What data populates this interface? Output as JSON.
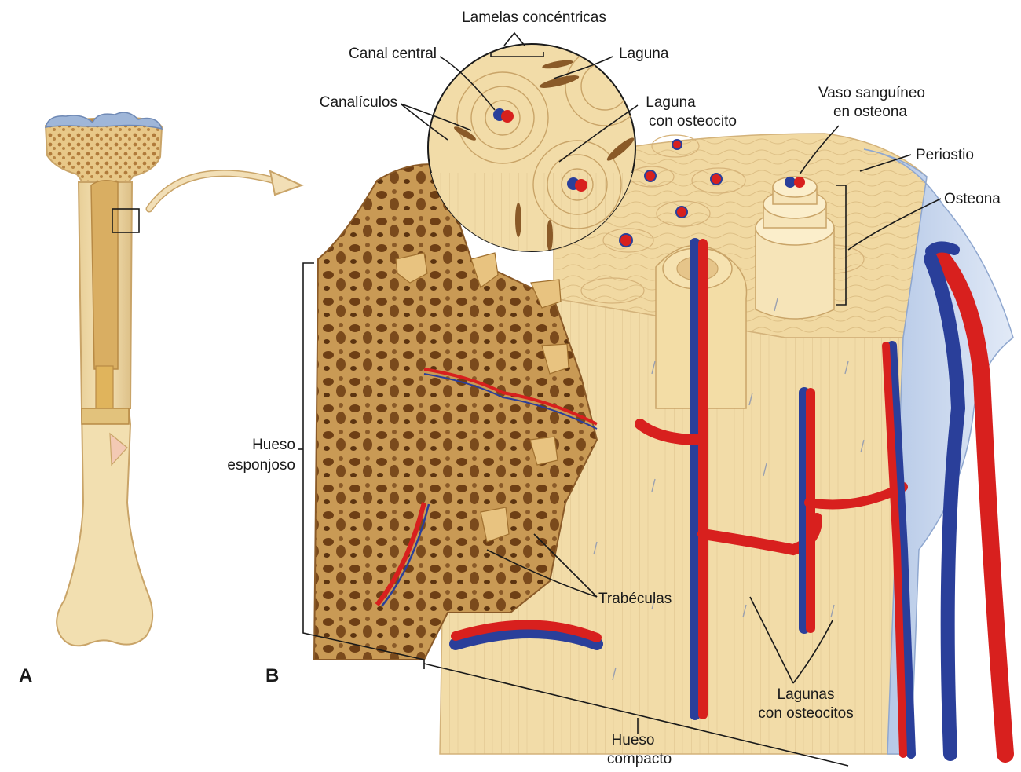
{
  "panels": {
    "a": "A",
    "b": "B"
  },
  "labels": {
    "lamelas": "Lamelas concéntricas",
    "canal_central": "Canal central",
    "laguna": "Laguna",
    "canaliculos": "Canalículos",
    "laguna_osteocito_1": "Laguna",
    "laguna_osteocito_2": "con osteocito",
    "vaso_1": "Vaso sanguíneo",
    "vaso_2": "en osteona",
    "periostio": "Periostio",
    "osteona": "Osteona",
    "esponjoso_1": "Hueso",
    "esponjoso_2": "esponjoso",
    "trabeculas": "Trabéculas",
    "lagunas_1": "Lagunas",
    "lagunas_2": "con osteocitos",
    "compacto_1": "Hueso",
    "compacto_2": "compacto"
  },
  "colors": {
    "bone_light": "#f2dca8",
    "bone_mid": "#e6c58a",
    "spongy": "#c99a55",
    "spongy_dark": "#7a4a1c",
    "cartilage": "#9fb6d8",
    "periosteum": "#c7d6ee",
    "artery": "#d8201e",
    "vein": "#2a3f9a"
  }
}
